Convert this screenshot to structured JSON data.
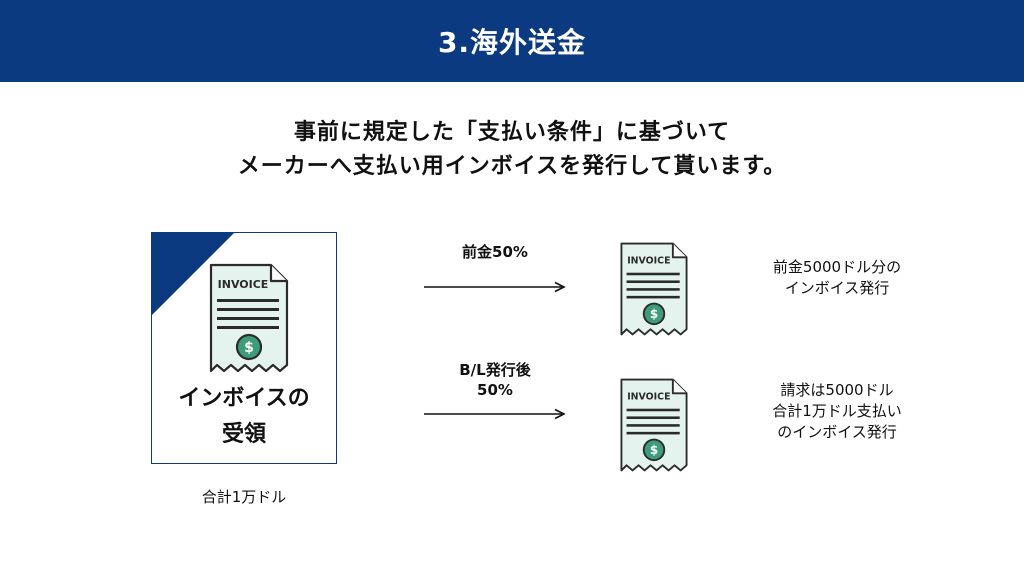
{
  "header": {
    "title": "3.海外送金"
  },
  "intro": {
    "line1": "事前に規定した「支払い条件」に基づいて",
    "line2": "メーカーへ支払い用インボイスを発行して貰います。"
  },
  "main_card": {
    "label_line1": "インボイスの",
    "label_line2": "受領",
    "caption": "合計1万ドル"
  },
  "invoice_icon": {
    "text": "INVOICE",
    "symbol": "$"
  },
  "rows": [
    {
      "arrow_label_lines": [
        "前金50%"
      ],
      "desc_lines": [
        "前金5000ドル分の",
        "インボイス発行"
      ]
    },
    {
      "arrow_label_lines": [
        "B/L発行後",
        "50%"
      ],
      "desc_lines": [
        "請求は5000ドル",
        "合計1万ドル支払い",
        "のインボイス発行"
      ]
    }
  ],
  "colors": {
    "brand_navy": "#0b3a80",
    "invoice_paper": "#e4f3ee",
    "invoice_accent": "#3e9c7a",
    "outline": "#2b2b2b"
  }
}
